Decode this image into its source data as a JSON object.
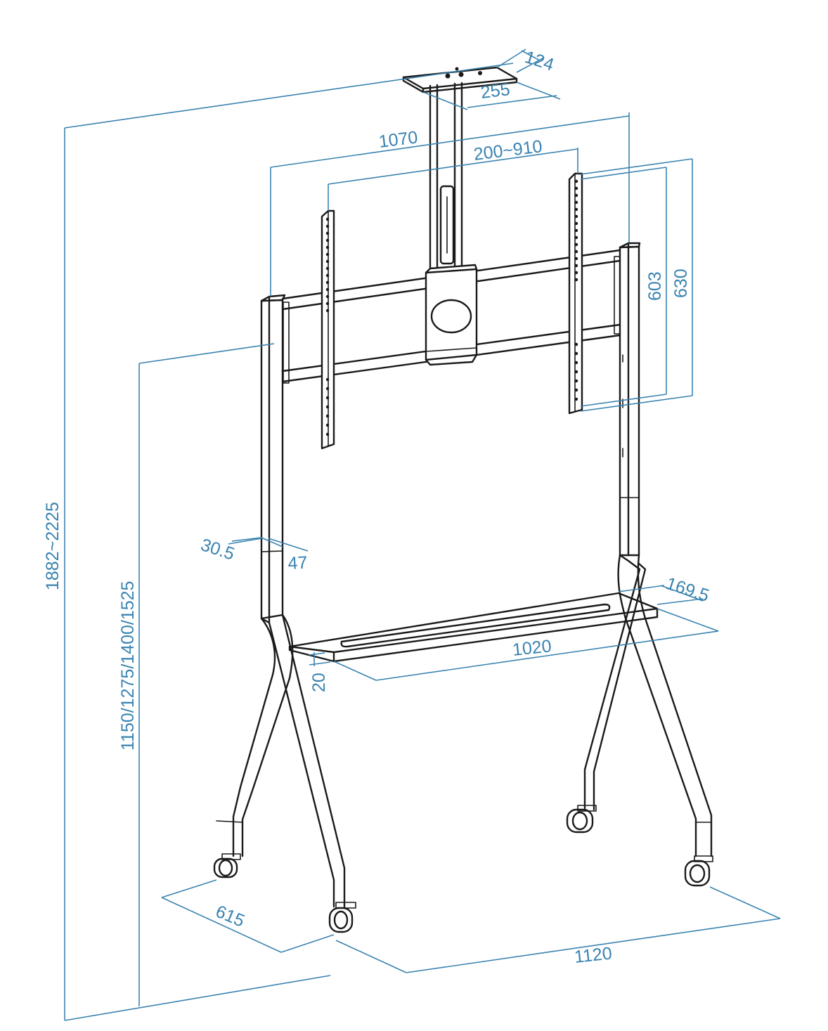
{
  "dimensions": {
    "overall_height": "1882~2225",
    "screen_center_height": "1150/1275/1400/1525",
    "top_plate_depth": "124",
    "top_plate_width": "255",
    "frame_width": "1070",
    "vesa_horizontal": "200~910",
    "vesa_vertical_inner": "603",
    "vesa_vertical_outer": "630",
    "upright_width": "30.5",
    "upright_depth": "47",
    "shelf_depth": "169.5",
    "shelf_width": "1020",
    "shelf_thickness": "20",
    "base_depth": "615",
    "base_width": "1120"
  },
  "colors": {
    "dimension": "#3a83b0",
    "outline": "#1a1a1a"
  }
}
